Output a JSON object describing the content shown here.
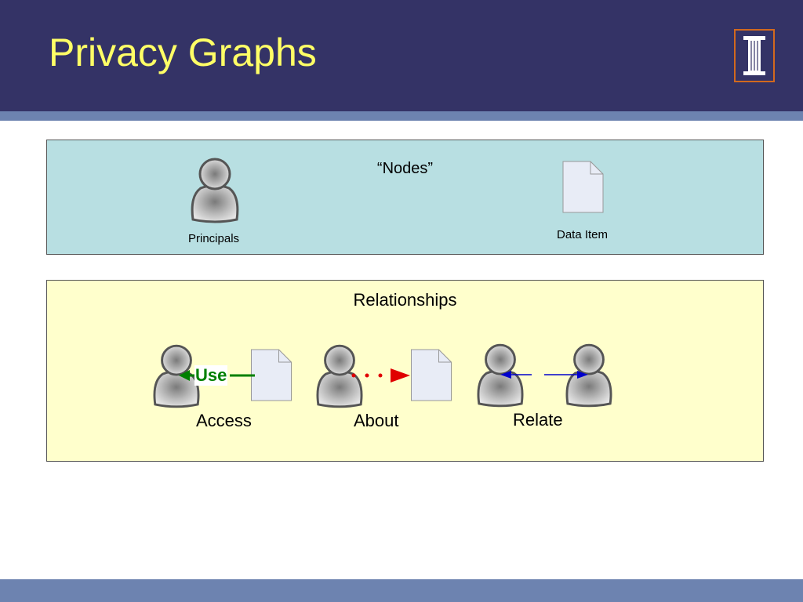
{
  "slide": {
    "title": "Privacy Graphs"
  },
  "nodes_panel": {
    "heading": "“Nodes”",
    "principals_label": "Principals",
    "data_item_label": "Data Item"
  },
  "relationships_panel": {
    "heading": "Relationships",
    "access_label": "Access",
    "use_label": "Use",
    "about_label": "About",
    "relate_label": "Relate"
  },
  "colors": {
    "header_bg": "#343366",
    "title_text": "#ffff66",
    "rule_band": "#6d83b0",
    "nodes_panel_bg": "#b8dfe2",
    "relationships_panel_bg": "#ffffcc",
    "use_arrow": "#008000",
    "about_arrow": "#e00000",
    "relate_arrow": "#0000cc",
    "logo_orange": "#d2691e"
  }
}
